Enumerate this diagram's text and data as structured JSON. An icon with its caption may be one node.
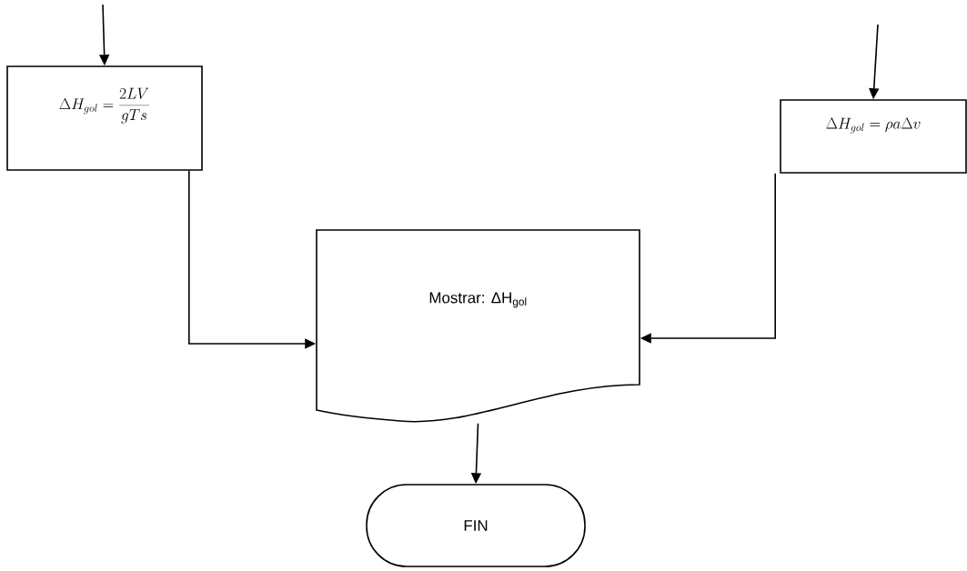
{
  "diagram": {
    "nodes": [
      {
        "text": [
          "\\Delta H_{gol} = \\frac{2LV}{gTs}"
        ]
      },
      {
        "text": [
          "\\Delta H_{gol} = \\rho a \\Delta v"
        ]
      },
      {
        "text": [
          "Mostrar: ΔH$_{gol}$"
        ]
      },
      {
        "text": [
          "FIN"
        ]
      }
    ],
    "edges": [
      {
        "from": null,
        "to": 0,
        "arrow": "to"
      },
      {
        "from": null,
        "to": 1,
        "arrow": "to"
      },
      {
        "from": 0,
        "to": 2,
        "arrow": "to"
      },
      {
        "from": 1,
        "to": 2,
        "arrow": "to"
      },
      {
        "from": 2,
        "to": 3,
        "arrow": "to"
      }
    ]
  }
}
